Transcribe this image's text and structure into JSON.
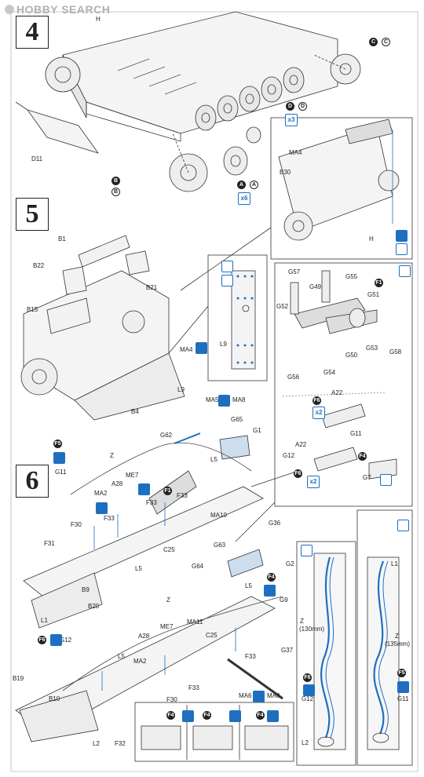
{
  "watermark": "HOBBY SEARCH",
  "steps": [
    "4",
    "5",
    "6"
  ],
  "step4": {
    "labels": [
      "H",
      "D11",
      "C",
      "C",
      "D",
      "D",
      "B",
      "B",
      "A",
      "A"
    ],
    "multipliers": [
      "x3",
      "x6"
    ]
  },
  "step4_inset": {
    "labels": [
      "MA4",
      "B30",
      "H"
    ]
  },
  "step5": {
    "labels": [
      "B1",
      "B22",
      "B15",
      "B21",
      "MA4",
      "B4",
      "L9"
    ]
  },
  "step5_inset_l9": {
    "labels": [
      "L9"
    ]
  },
  "step5_inset_gun": {
    "labels": [
      "G57",
      "G55",
      "G49",
      "F1",
      "G51",
      "G52",
      "G53",
      "G58",
      "G50",
      "G54",
      "G56",
      "F6",
      "A22",
      "G11",
      "A22",
      "G12",
      "F6",
      "F4",
      "G7"
    ],
    "multipliers": [
      "x2",
      "x2"
    ]
  },
  "step6": {
    "labels": [
      "F5",
      "G11",
      "Z",
      "G62",
      "G65",
      "G1",
      "MA5",
      "MA8",
      "L5",
      "A28",
      "ME7",
      "MA2",
      "F33",
      "F1",
      "F33",
      "MA10",
      "G36",
      "F30",
      "F33",
      "C25",
      "F31",
      "L5",
      "B9",
      "L1",
      "B20",
      "G63",
      "G64",
      "G2",
      "Z",
      "F4",
      "L5",
      "F6",
      "G12",
      "A28",
      "ME7",
      "G9",
      "MA11",
      "C25",
      "L5",
      "MA2",
      "F33",
      "G37",
      "F33",
      "B19",
      "B10",
      "F30",
      "MA6",
      "MA8",
      "L2",
      "F32",
      "F4",
      "F4",
      "F4"
    ],
    "z_lengths": [
      "(130mm)",
      "(135mm)"
    ],
    "side_labels": [
      "Z",
      "F6",
      "G12",
      "L2",
      "L1",
      "Z",
      "F5",
      "G11"
    ]
  }
}
